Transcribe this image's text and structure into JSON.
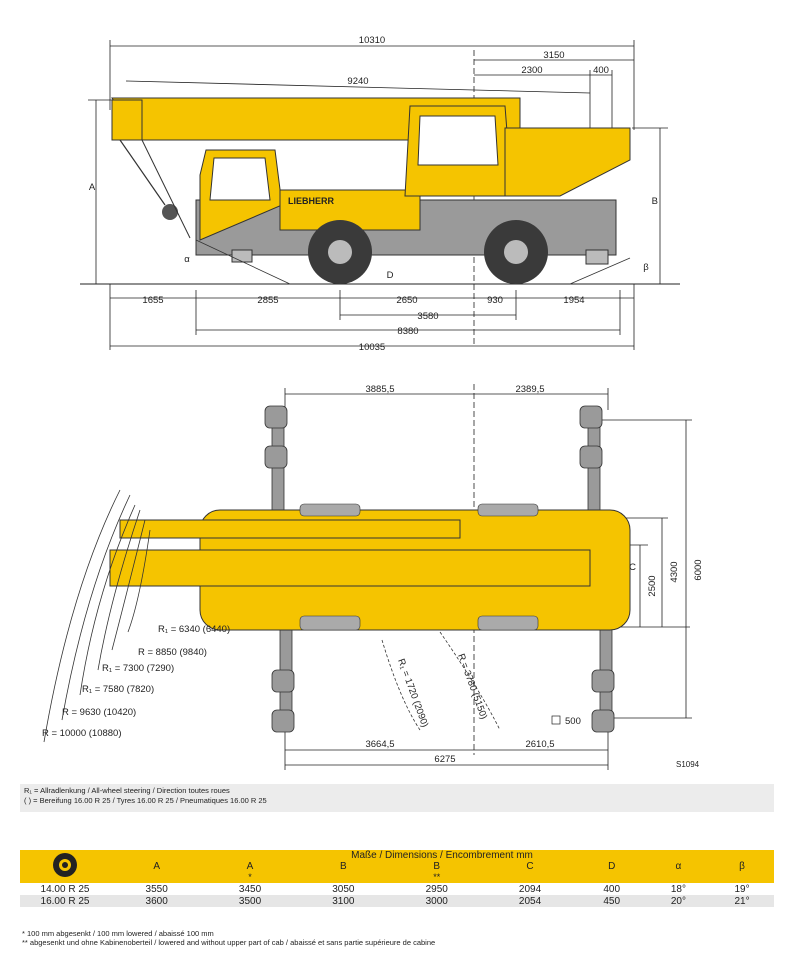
{
  "side_view": {
    "top_dims": [
      "10310",
      "9240",
      "3150",
      "2300",
      "400"
    ],
    "bottom_dims": [
      "1655",
      "2855",
      "2650",
      "930",
      "1954",
      "3580",
      "8380",
      "10035"
    ],
    "labels": {
      "A": "A",
      "B": "B",
      "D": "D",
      "alpha": "α",
      "beta": "β"
    },
    "brand": "LIEBHERR"
  },
  "top_view": {
    "top_dims": [
      "3885,5",
      "2389,5"
    ],
    "bottom_dims": [
      "3664,5",
      "2610,5",
      "6275"
    ],
    "right_dims": [
      "2500",
      "4300",
      "6000"
    ],
    "C": "C",
    "small_dim": "500",
    "radii": [
      "R₁ = 6340 (6440)",
      "R = 8850 (9840)",
      "R₁ = 7300 (7290)",
      "R₁ = 7580 (7820)",
      "R = 9630 (10420)",
      "R = 10000 (10880)",
      "R₁ = 1720 (2090)",
      "R = 3780 (5150)"
    ]
  },
  "drawing_no": "S1094",
  "legend": [
    "R₁ = Allradlenkung / All-wheel steering / Direction toutes roues",
    "( ) = Bereifung 16.00 R 25 / Tyres 16.00 R 25 / Pneumatiques 16.00 R 25"
  ],
  "table": {
    "title": "Maße / Dimensions / Encombrement mm",
    "headers": [
      "A",
      "A",
      "B",
      "B",
      "C",
      "D",
      "α",
      "β"
    ],
    "header_marks": [
      "",
      "*",
      "",
      "**",
      "",
      "",
      "",
      ""
    ],
    "rows": [
      {
        "tyre": "14.00 R 25",
        "values": [
          "3550",
          "3450",
          "3050",
          "2950",
          "2094",
          "400",
          "18°",
          "19°"
        ]
      },
      {
        "tyre": "16.00 R 25",
        "values": [
          "3600",
          "3500",
          "3100",
          "3000",
          "2054",
          "450",
          "20°",
          "21°"
        ]
      }
    ],
    "notes": [
      "*   100 mm abgesenkt / 100 mm lowered / abaissé 100 mm",
      "**  abgesenkt und ohne Kabinenoberteil / lowered and without upper part of cab / abaissé et sans partie supérieure de cabine"
    ]
  },
  "colors": {
    "crane_yellow": "#f5c400",
    "grey": "#9a9a9a",
    "tire": "#3a3a3a"
  }
}
